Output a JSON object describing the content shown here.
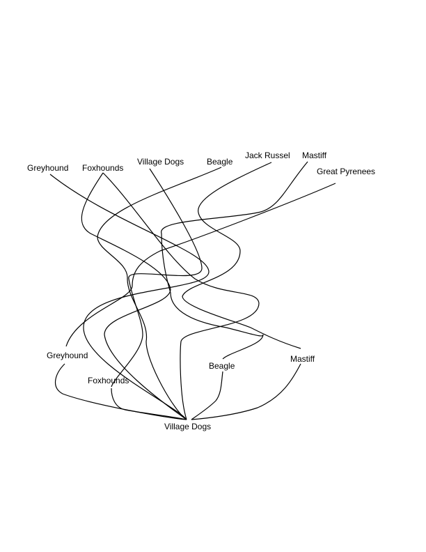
{
  "diagram": {
    "top_labels": [
      "Greyhound",
      "Foxhounds",
      "Village Dogs",
      "Beagle",
      "Jack Russel",
      "Mastiff",
      "Great Pyrenees"
    ],
    "bottom_labels": [
      "Greyhound",
      "Foxhounds",
      "Beagle",
      "Mastiff"
    ],
    "root_label": "Village Dogs",
    "line_color": "#000000"
  }
}
